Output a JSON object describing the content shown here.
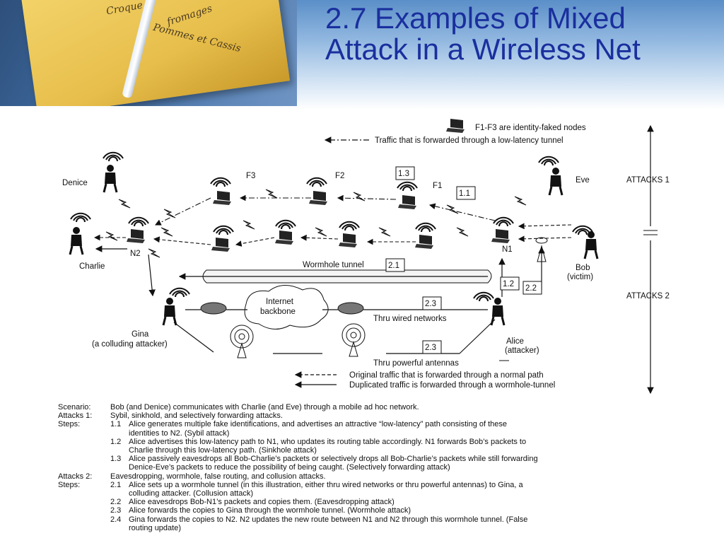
{
  "header": {
    "title_line1": "2.7 Examples of Mixed",
    "title_line2": "Attack in a Wireless Net",
    "photo_script": [
      "Croque",
      "fromages",
      "Pommes et Cassis"
    ]
  },
  "diagram": {
    "legend_top": {
      "faked_nodes": "F1-F3 are identity-faked nodes",
      "low_latency": "Traffic that is forwarded through a low-latency tunnel"
    },
    "legend_bottom": {
      "normal_path": "Original traffic that is forwarded through a normal path",
      "wormhole_path": "Duplicated traffic is forwarded through a wormhole-tunnel"
    },
    "attacks_1": "ATTACKS 1",
    "attacks_2": "ATTACKS 2",
    "nodes": {
      "denice": "Denice",
      "charlie": "Charlie",
      "n2": "N2",
      "n1": "N1",
      "f1": "F1",
      "f2": "F2",
      "f3": "F3",
      "eve": "Eve",
      "bob_line1": "Bob",
      "bob_line2": "(victim)",
      "gina_line1": "Gina",
      "gina_line2": "(a colluding attacker)",
      "alice_line1": "Alice",
      "alice_line2": "(attacker)",
      "internet_line1": "Internet",
      "internet_line2": "backbone"
    },
    "paths": {
      "wormhole_tunnel": "Wormhole tunnel",
      "thru_wired": "Thru wired networks",
      "thru_antennas": "Thru powerful antennas"
    },
    "step_boxes": {
      "s11": "1.1",
      "s12": "1.2",
      "s13": "1.3",
      "s21": "2.1",
      "s22": "2.2",
      "s23a": "2.3",
      "s23b": "2.3"
    }
  },
  "scenario": {
    "scenario_label": "Scenario:",
    "scenario_text": "Bob (and Denice) communicates with Charlie (and Eve) through a mobile ad hoc network.",
    "attacks1_label": "Attacks 1:",
    "attacks1_text": "Sybil, sinkhold, and selectively forwarding attacks.",
    "steps_label": "Steps:",
    "s11_num": "1.1",
    "s11_text": "Alice generates multiple fake identifications, and advertises an attractive “low-latency” path consisting of these",
    "s11_cont": "identities to N2. (Sybil attack)",
    "s12_num": "1.2",
    "s12_text": "Alice advertises this low-latency path to N1, who updates its routing table accordingly.  N1 forwards Bob’s packets to",
    "s12_cont": "Charlie through this low-latency path. (Sinkhole attack)",
    "s13_num": "1.3",
    "s13_text": "Alice passively eavesdrops all Bob-Charlie’s packets or selectively drops all Bob-Charlie’s packets while still forwarding",
    "s13_cont": "Denice-Eve’s packets to reduce the possibility  of being caught. (Selectively forwarding attack)",
    "attacks2_label": "Attacks 2:",
    "attacks2_text": "Eavesdropping, wormhole, false routing, and collusion attacks.",
    "steps2_label": "Steps:",
    "s21_num": "2.1",
    "s21_text": "Alice sets up a wormhole tunnel (in this illustration, either thru wired networks or thru powerful antennas) to Gina, a",
    "s21_cont": "colluding attacker. (Collusion attack)",
    "s22_num": "2.2",
    "s22_text": "Alice eavesdrops Bob-N1’s packets and copies them. (Eavesdropping attack)",
    "s23_num": "2.3",
    "s23_text": "Alice forwards the copies to Gina through the wormhole tunnel. (Wormhole attack)",
    "s24_num": "2.4",
    "s24_text": "Gina forwards the copies to N2. N2 updates the new route between N1 and N2 through this wormhole tunnel. (False",
    "s24_cont": "routing update)"
  }
}
